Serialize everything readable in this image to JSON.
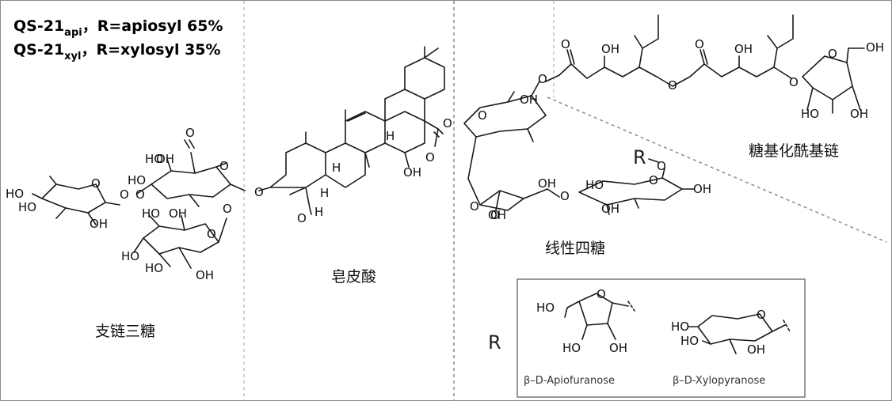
{
  "header": {
    "line1_prefix": "QS-21",
    "line1_sub": "api",
    "line1_rest": "，R=apiosyl  65%",
    "line2_prefix": "QS-21",
    "line2_sub": "xyl",
    "line2_rest": "，R=xylosyl   35%"
  },
  "regions": {
    "branched_trisaccharide": "支链三糖",
    "quillaic_acid": "皂皮酸",
    "linear_tetrasaccharide": "线性四糖",
    "glycosylated_acyl_chain": "糖基化酰基链"
  },
  "atoms": {
    "OH": "OH",
    "HO": "HO",
    "O": "O",
    "H": "H",
    "HOOC": "HO",
    "R": "R"
  },
  "r_box": {
    "label": "R",
    "apiose_name": "β–D-Apiofuranose",
    "xylose_name": "β–D-Xylopyranose"
  }
}
